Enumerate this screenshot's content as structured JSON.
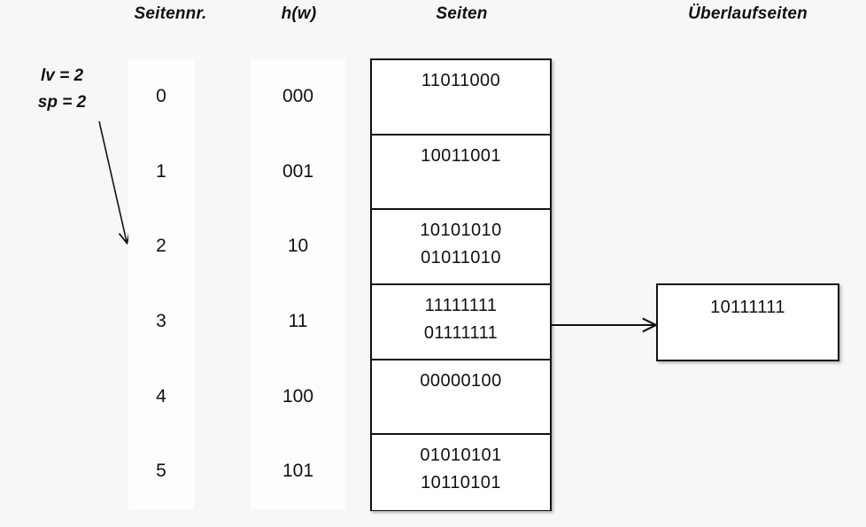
{
  "background_color": "#f7f7f7",
  "line_color": "#111111",
  "headers": {
    "seitennr": "Seitennr.",
    "hw": "h(w)",
    "seiten": "Seiten",
    "ueberlaufseiten": "Überlaufseiten"
  },
  "params": {
    "lv": "lv = 2",
    "sp": "sp = 2"
  },
  "rows": [
    {
      "seitennr": "0",
      "hw": "000",
      "page_lines": [
        "11011000"
      ]
    },
    {
      "seitennr": "1",
      "hw": "001",
      "page_lines": [
        "10011001"
      ]
    },
    {
      "seitennr": "2",
      "hw": "10",
      "page_lines": [
        "10101010",
        "01011010"
      ]
    },
    {
      "seitennr": "3",
      "hw": "11",
      "page_lines": [
        "11111111",
        "01111111"
      ]
    },
    {
      "seitennr": "4",
      "hw": "100",
      "page_lines": [
        "00000100"
      ]
    },
    {
      "seitennr": "5",
      "hw": "101",
      "page_lines": [
        "01010101",
        "10110101"
      ]
    }
  ],
  "overflow": {
    "lines": [
      "10111111"
    ],
    "from_row_index": 3
  }
}
